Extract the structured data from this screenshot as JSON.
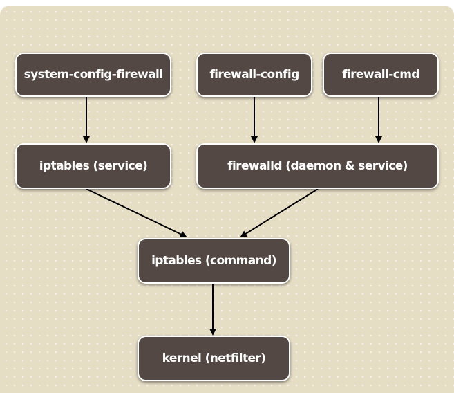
{
  "nodes": {
    "system_config_firewall": "system-config-firewall",
    "firewall_config": "firewall-config",
    "firewall_cmd": "firewall-cmd",
    "iptables_service": "iptables (service)",
    "firewalld": "firewalld (daemon & service)",
    "iptables_command": "iptables (command)",
    "kernel": "kernel (netfilter)"
  },
  "colors": {
    "background": "#e6ddc5",
    "node_fill": "#534844",
    "node_border": "#ffffff",
    "node_text": "#ffffff",
    "arrow": "#000000"
  }
}
